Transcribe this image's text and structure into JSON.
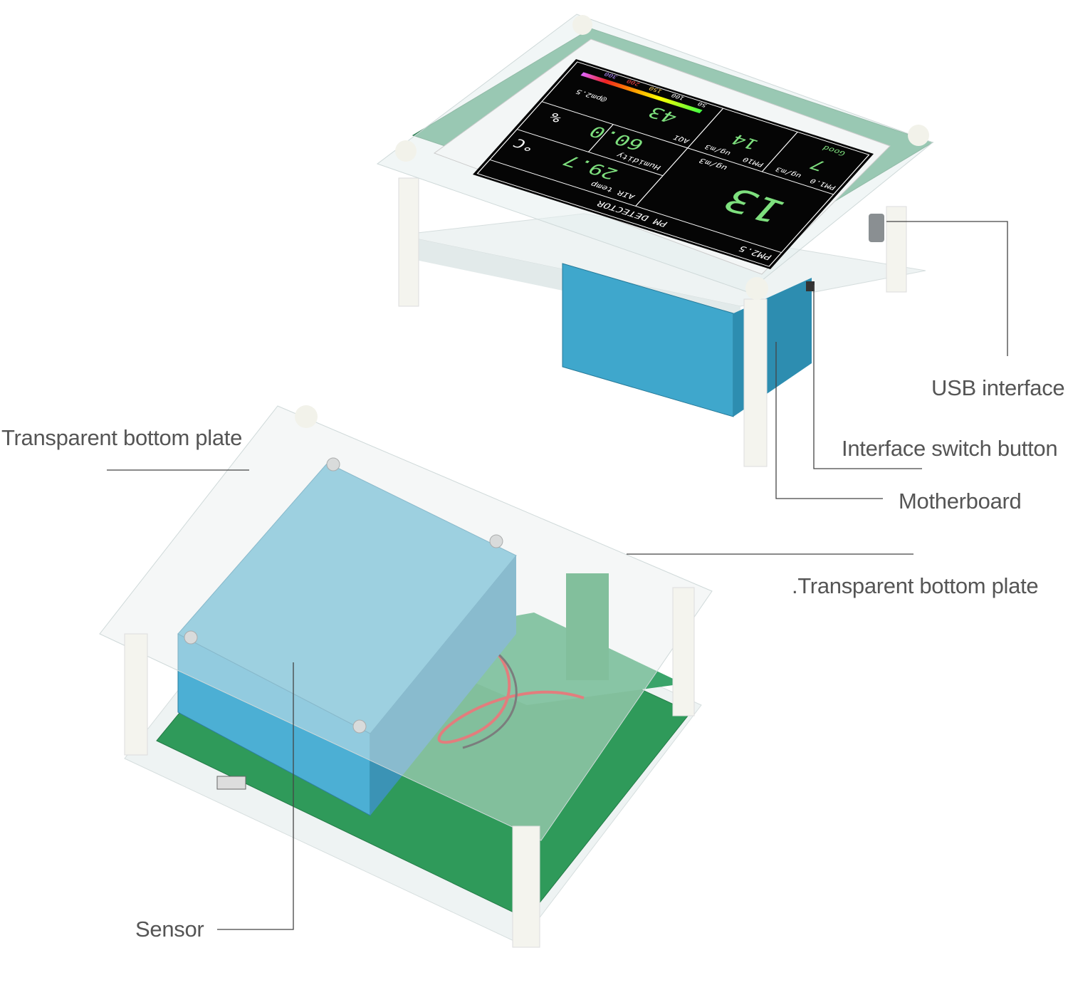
{
  "callouts": {
    "usb": "USB interface",
    "switch": "Interface switch button",
    "motherboard": "Motherboard",
    "bottom_plate_left": "Transparent bottom plate",
    "bottom_plate_right": ".Transparent bottom plate",
    "sensor": "Sensor"
  },
  "display": {
    "pm25_title": "PM2.5",
    "header": "PM DETECTOR",
    "pm25_value": "13",
    "pm25_unit": "ug/m3",
    "pm10_label": "PM1.0",
    "pm10_value": "7",
    "pm10_unit": "ug/m3",
    "pm100_label": "PM10",
    "pm100_value": "14",
    "pm100_unit": "ug/m3",
    "quality": "Good",
    "temp_label": "AIR temp",
    "temp_value": "29.7",
    "temp_unit": "°C",
    "humidity_label": "Humidity",
    "humidity_value": "60.0",
    "humidity_unit": "%",
    "aqi_label": "AQI",
    "aqi_value": "43",
    "aqi_source": "@pm2.5",
    "scale": [
      "50",
      "100",
      "150",
      "200",
      "300"
    ]
  },
  "colors": {
    "screen_value": "#7ee07e",
    "sensor_blue": "#5fb8d6",
    "pcb_green": "#2f9a5a"
  }
}
